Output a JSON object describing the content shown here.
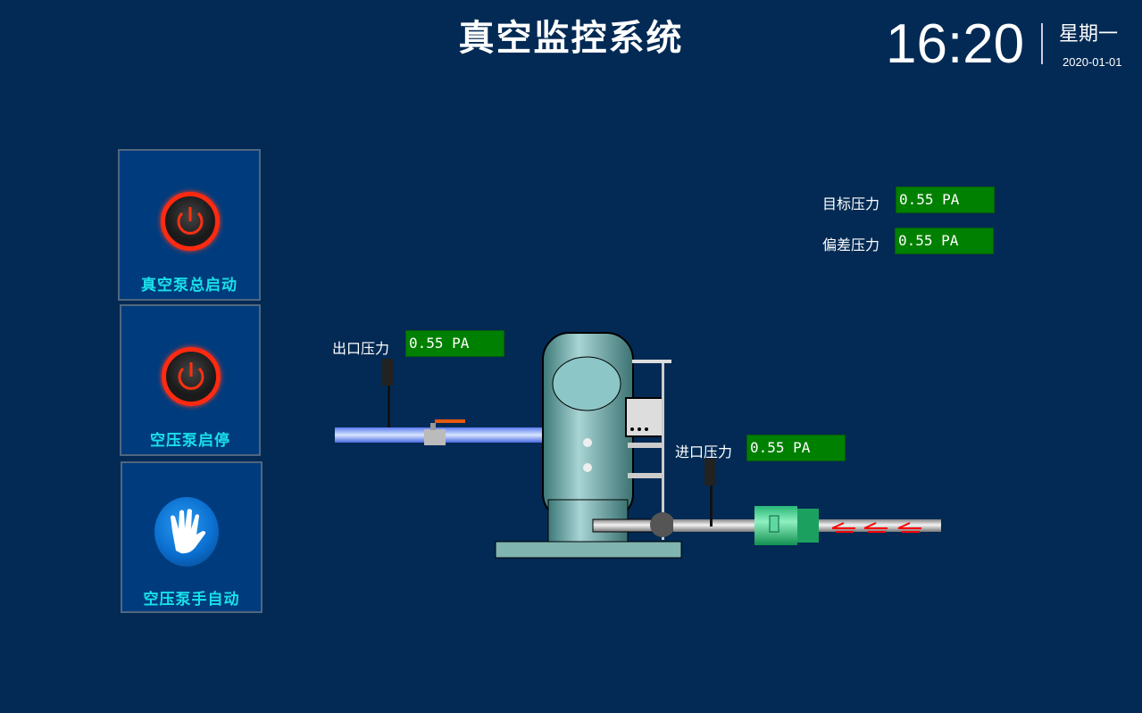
{
  "header": {
    "title": "真空监控系统",
    "time": "16:20",
    "weekday": "星期一",
    "date": "2020-01-01"
  },
  "controls": [
    {
      "label": "真空泵总启动",
      "icon": "power-icon"
    },
    {
      "label": "空压泵启停",
      "icon": "power-icon"
    },
    {
      "label": "空压泵手自动",
      "icon": "hand-icon"
    }
  ],
  "readouts": {
    "target": {
      "label": "目标压力",
      "value": "0.55 PA"
    },
    "deviation": {
      "label": "偏差压力",
      "value": "0.55 PA"
    },
    "outlet": {
      "label": "出口压力",
      "value": "0.55 PA"
    },
    "inlet": {
      "label": "进口压力",
      "value": "0.55 PA"
    }
  },
  "colors": {
    "background": "#022a54",
    "panel": "#003c7d",
    "value_bg": "#008000",
    "label_cyan": "#19e0ea",
    "power_red": "#ff2a10"
  }
}
